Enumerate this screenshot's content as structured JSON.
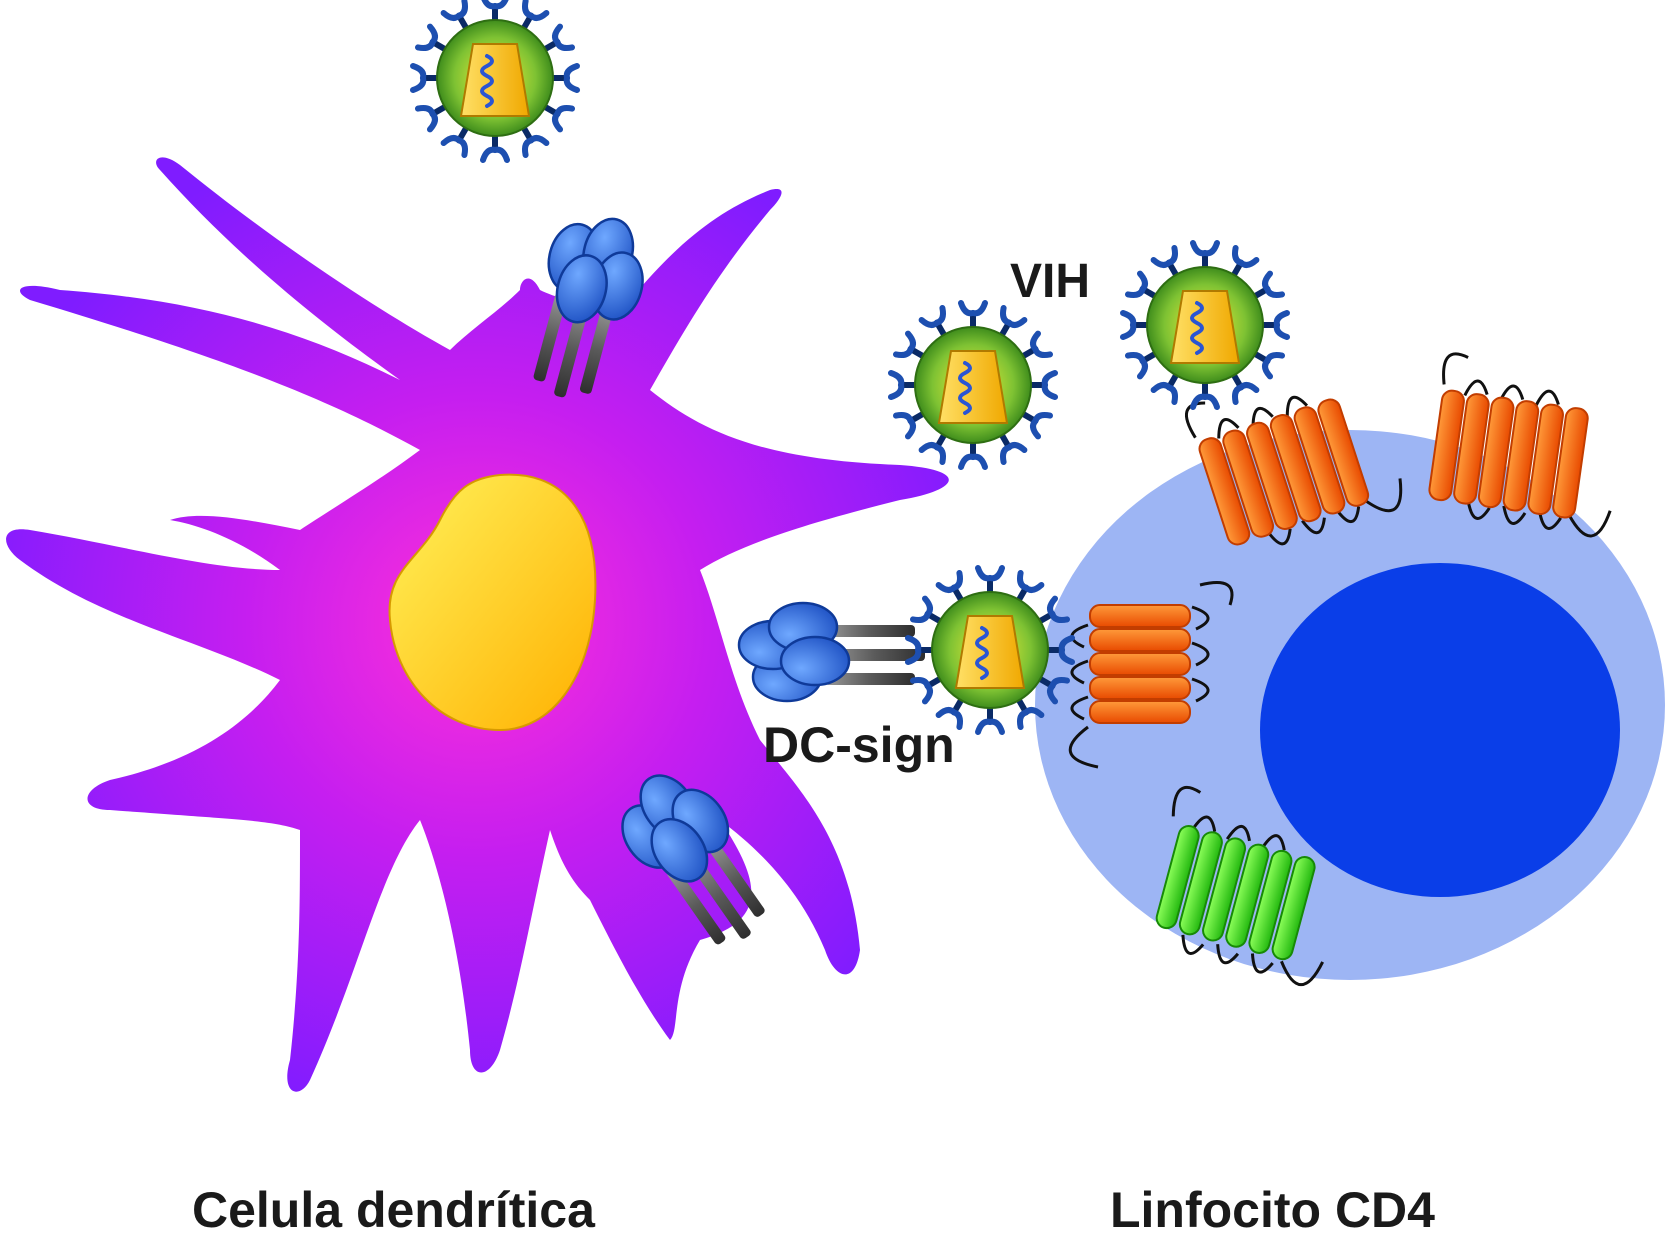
{
  "labels": {
    "virus": "VIH",
    "receptor": "DC-sign",
    "dendritic_cell": "Celula dendrítica",
    "cd4_cell": "Linfocito CD4"
  },
  "colors": {
    "dendritic_body": "#a020ff",
    "dendritic_core": "#ff2fd6",
    "dendritic_nucleus": "#ffcc00",
    "lymphocyte_cytoplasm": "#9fb6f5",
    "lymphocyte_nucleus": "#0a3fe6",
    "dc_sign": "#2f6fe0",
    "virus_envelope": "#6cb42c",
    "virus_capsid": "#f4c20e",
    "virus_spikes": "#0a2a66",
    "receptor_orange": "#ff6a14",
    "receptor_green": "#3dd62a"
  }
}
